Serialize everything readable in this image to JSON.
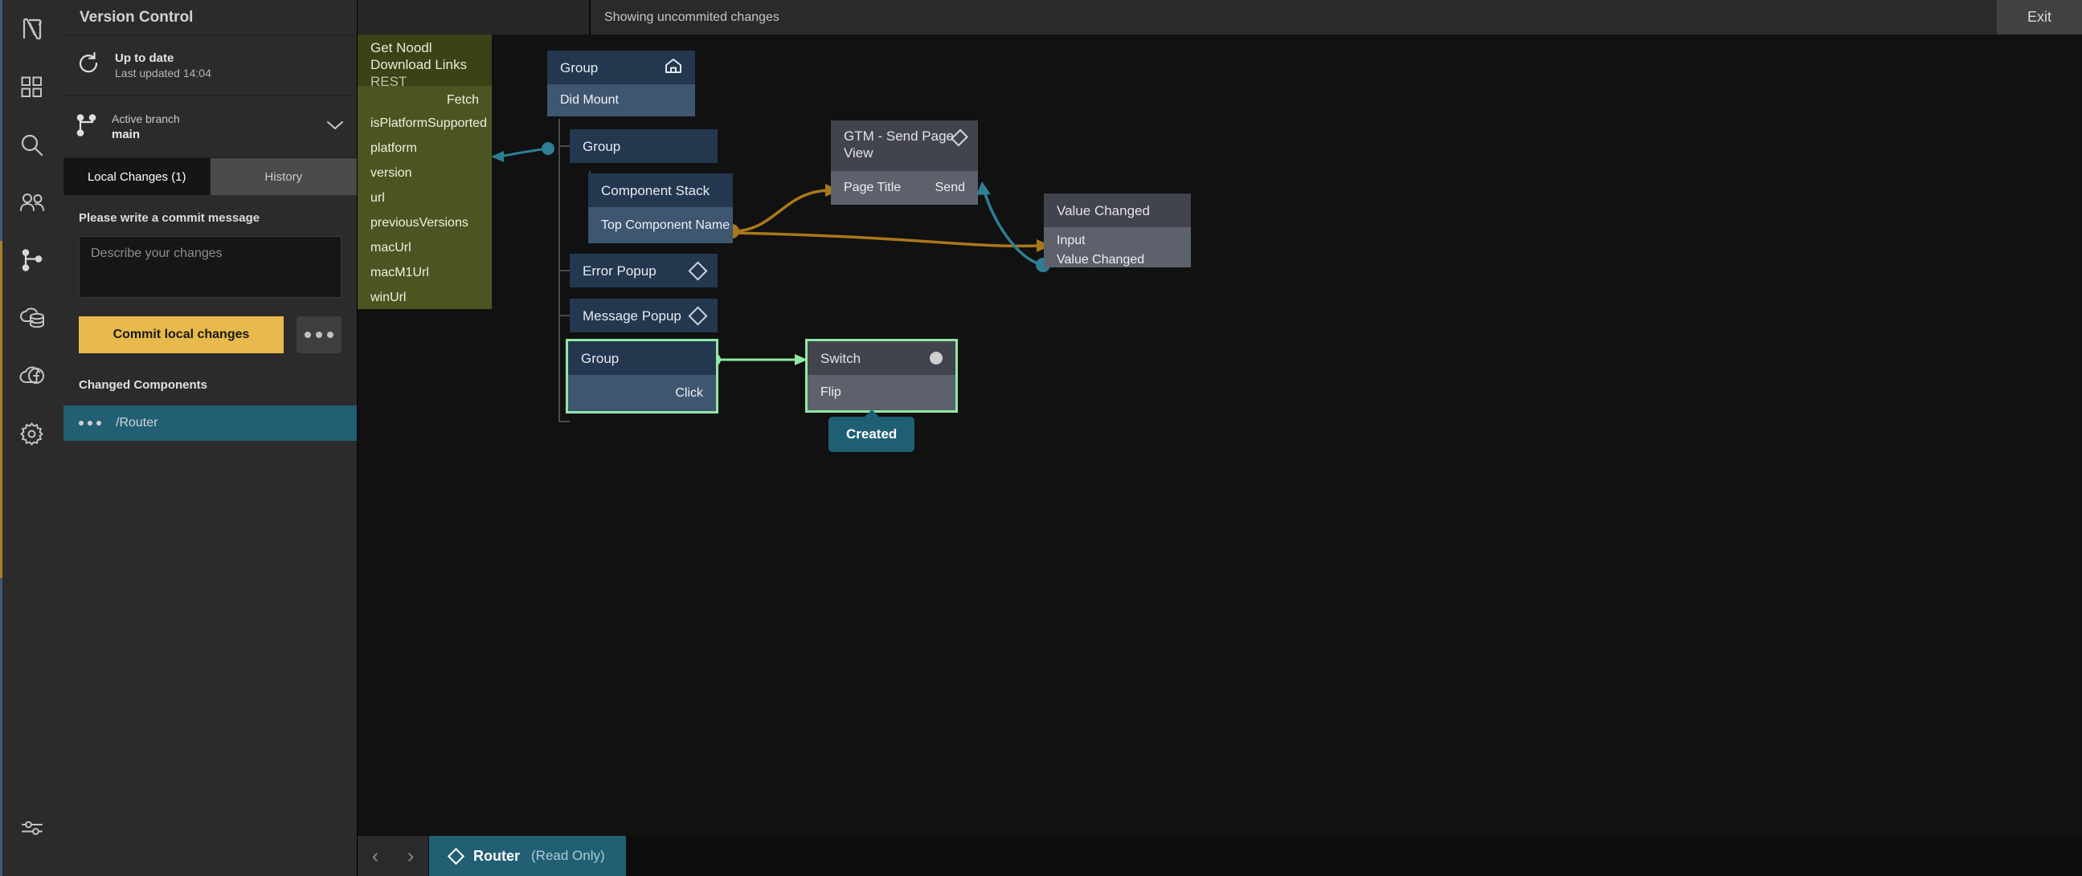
{
  "rail": {
    "items": [
      {
        "icon": "noodl-logo-icon",
        "name": "noodl-logo"
      },
      {
        "icon": "components-grid-icon",
        "name": "components"
      },
      {
        "icon": "search-icon",
        "name": "search"
      },
      {
        "icon": "users-icon",
        "name": "collaborators"
      },
      {
        "icon": "git-branch-icon",
        "name": "version-control"
      },
      {
        "icon": "cloud-database-icon",
        "name": "cloud-data"
      },
      {
        "icon": "cloud-functions-icon",
        "name": "cloud-functions"
      },
      {
        "icon": "gear-icon",
        "name": "settings"
      }
    ],
    "bottom": {
      "icon": "sliders-icon",
      "name": "editor-settings"
    }
  },
  "version_control": {
    "title": "Version Control",
    "status": {
      "icon": "refresh-icon",
      "headline": "Up to date",
      "subline": "Last updated 14:04"
    },
    "branch": {
      "icon": "git-branch-icon",
      "label": "Active branch",
      "value": "main",
      "chevron": "chevron-down-icon"
    },
    "tabs": [
      {
        "label": "Local Changes (1)",
        "active": true
      },
      {
        "label": "History",
        "active": false
      }
    ],
    "commit": {
      "prompt": "Please write a commit message",
      "placeholder": "Describe your changes",
      "value": "",
      "button_label": "Commit local changes",
      "more_label": "more-options"
    },
    "changed": {
      "heading": "Changed Components",
      "rows": [
        {
          "name": "/Router",
          "selected": true
        }
      ]
    },
    "colors": {
      "commit_button": "#e8b94c",
      "selected_row": "#225f73",
      "panel": "#2b2b2b"
    }
  },
  "topbar": {
    "message": "Showing uncommited changes",
    "exit_label": "Exit"
  },
  "canvas": {
    "nodes": [
      {
        "id": "rest",
        "type": "green",
        "title": "Get Noodl Download Links",
        "subtitle": "REST",
        "ports": [
          "Fetch",
          "isPlatformSupported",
          "platform",
          "version",
          "url",
          "previousVersions",
          "macUrl",
          "macM1Url",
          "winUrl"
        ]
      },
      {
        "id": "group-root",
        "type": "blue",
        "title": "Group",
        "icon": "home-icon",
        "ports": [
          "Did Mount"
        ]
      },
      {
        "id": "group-2",
        "type": "blue",
        "title": "Group",
        "ports": []
      },
      {
        "id": "component-stack",
        "type": "blue",
        "title": "Component Stack",
        "ports": [
          "Top Component Name"
        ]
      },
      {
        "id": "error-popup",
        "type": "blue",
        "title": "Error Popup",
        "icon": "diamond-icon",
        "ports": []
      },
      {
        "id": "message-popup",
        "type": "blue",
        "title": "Message Popup",
        "icon": "diamond-icon",
        "ports": []
      },
      {
        "id": "group-3",
        "type": "blue",
        "title": "Group",
        "selected": true,
        "ports": [
          "Click"
        ]
      },
      {
        "id": "gtm",
        "type": "grey",
        "title": "GTM - Send Page View",
        "icon": "diamond-icon",
        "ports": [
          "Page Title",
          "Send"
        ]
      },
      {
        "id": "value-changed",
        "type": "grey",
        "title": "Value Changed",
        "ports": [
          "Input",
          "Value Changed"
        ]
      },
      {
        "id": "switch",
        "type": "grey",
        "title": "Switch",
        "icon": "circle-icon",
        "selected": true,
        "ports": [
          "Flip"
        ]
      }
    ],
    "badge": {
      "label": "Created"
    },
    "edge_colors": {
      "signal": "#2c7f94",
      "value": "#a8791a",
      "selected": "#8fe8a6"
    }
  },
  "bottombar": {
    "prev_icon": "chevron-left-icon",
    "next_icon": "chevron-right-icon",
    "tab": {
      "icon": "diamond-icon",
      "name": "Router",
      "state": "(Read Only)"
    }
  }
}
